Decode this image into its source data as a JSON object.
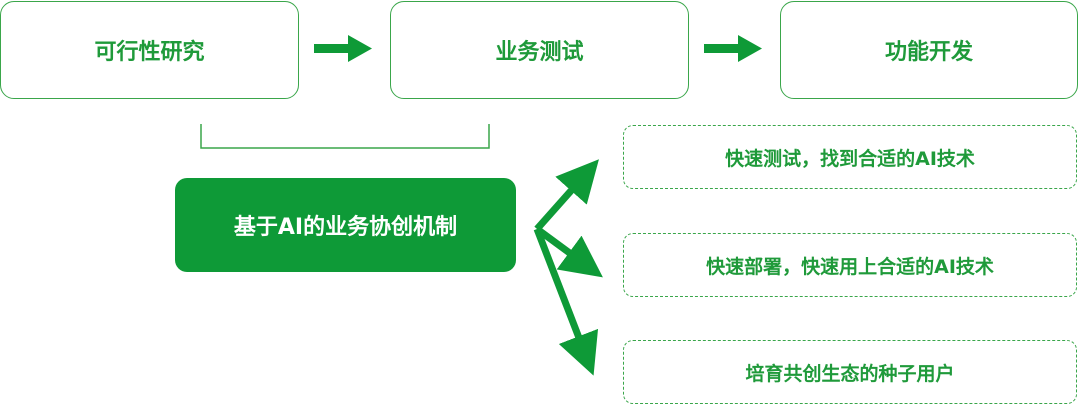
{
  "stages": [
    {
      "label": "可行性研究"
    },
    {
      "label": "业务测试"
    },
    {
      "label": "功能开发"
    }
  ],
  "core": {
    "label": "基于AI的业务协创机制"
  },
  "outcomes": [
    {
      "label": "快速测试，找到合适的AI技术"
    },
    {
      "label": "快速部署，快速用上合适的AI技术"
    },
    {
      "label": "培育共创生态的种子用户"
    }
  ],
  "colors": {
    "accent": "#1f9a3a",
    "core_fill": "#0e9a37",
    "border": "#3aa64a"
  }
}
